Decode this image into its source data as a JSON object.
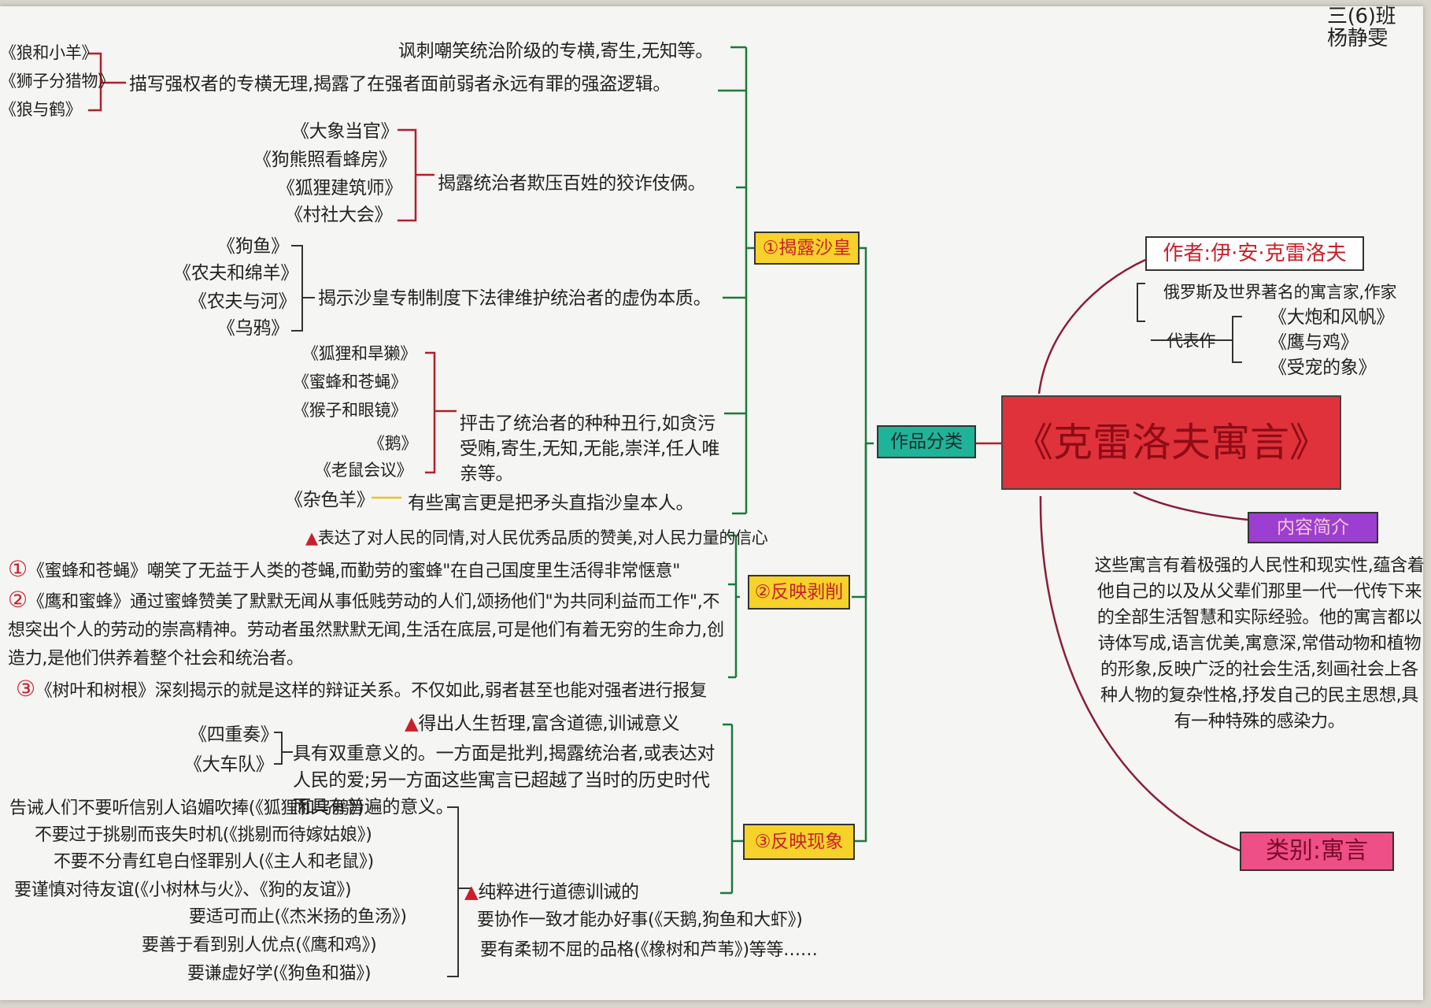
{
  "header": {
    "class_name": "三(6)班",
    "student": "杨静雯"
  },
  "central_topic": "《克雷洛夫寓言》",
  "right": {
    "author": "作者:伊·安·克雷洛夫",
    "author_desc": "俄罗斯及世界著名的寓言家,作家",
    "works_label": "代表作",
    "works": [
      "《大炮和风帆》",
      "《鹰与鸡》",
      "《受宠的象》"
    ],
    "intro_title": "内容简介",
    "intro_text": "这些寓言有着极强的人民性和现实性,蕴含着他自己的以及从父辈们那里一代一代传下来的全部生活智慧和实际经验。他的寓言都以诗体写成,语言优美,寓意深,常借动物和植物的形象,反映广泛的社会生活,刻画社会上各种人物的复杂性格,抒发自己的民主思想,具有一种特殊的感染力。",
    "category": "类别:寓言"
  },
  "classification": {
    "label": "作品分类",
    "sections": [
      {
        "title": "①揭露沙皇",
        "top_text": "讽刺嘲笑统治阶级的专横,寄生,无知等。",
        "groups": [
          {
            "works": [
              "《狼和小羊》",
              "《狮子分猎物》",
              "《狼与鹤》"
            ],
            "desc": "描写强权者的专横无理,揭露了在强者面前弱者永远有罪的强盗逻辑。"
          },
          {
            "works": [
              "《大象当官》",
              "《狗熊照看蜂房》",
              "《狐狸建筑师》",
              "《村社大会》"
            ],
            "desc": "揭露统治者欺压百姓的狡诈伎俩。"
          },
          {
            "works": [
              "《狗鱼》",
              "《农夫和绵羊》",
              "《农夫与河》",
              "《乌鸦》"
            ],
            "desc": "揭示沙皇专制制度下法律维护统治者的虚伪本质。"
          },
          {
            "works": [
              "《狐狸和旱獭》",
              "《蜜蜂和苍蝇》",
              "《猴子和眼镜》",
              "《鹅》",
              "《老鼠会议》"
            ],
            "desc": "抨击了统治者的种种丑行,如贪污受贿,寄生,无知,无能,崇洋,任人唯亲等。"
          }
        ],
        "last_work": "《杂色羊》",
        "last_desc": "有些寓言更是把矛头直指沙皇本人。"
      },
      {
        "title": "②反映剥削",
        "summary": "表达了对人民的同情,对人民优秀品质的赞美,对人民力量的信心",
        "items": [
          {
            "num": "①",
            "text": "《蜜蜂和苍蝇》嘲笑了无益于人类的苍蝇,而勤劳的蜜蜂\"在自己国度里生活得非常惬意\""
          },
          {
            "num": "②",
            "text": "《鹰和蜜蜂》通过蜜蜂赞美了默默无闻从事低贱劳动的人们,颂扬他们\"为共同利益而工作\",不想突出个人的劳动的崇高精神。劳动者虽然默默无闻,生活在底层,可是他们有着无穷的生命力,创造力,是他们供养着整个社会和统治者。"
          },
          {
            "num": "③",
            "text": "《树叶和树根》深刻揭示的就是这样的辩证关系。不仅如此,弱者甚至也能对强者进行报复"
          }
        ]
      },
      {
        "title": "③反映现象",
        "summary1": "得出人生哲理,富含道德,训诫意义",
        "works1": [
          "《四重奏》",
          "《大车队》"
        ],
        "desc1": "具有双重意义的。一方面是批判,揭露统治者,或表达对人民的爱;另一方面这些寓言已超越了当时的历史时代而具有普遍的意义。",
        "summary2": "纯粹进行道德训诫的",
        "lessons_left": [
          "告诫人们不要听信别人谄媚吹捧(《狐狸和乌鸦》)",
          "不要过于挑剔而丧失时机(《挑剔而待嫁姑娘》)",
          "不要不分青红皂白怪罪别人(《主人和老鼠》)",
          "要谨慎对待友谊(《小树林与火》、《狗的友谊》)",
          "要适可而止(《杰米扬的鱼汤》)",
          "要善于看到别人优点(《鹰和鸡》)",
          "要谦虚好学(《狗鱼和猫》)"
        ],
        "lessons_right": [
          "要协作一致才能办好事(《天鹅,狗鱼和大虾》)",
          "要有柔韧不屈的品格(《橡树和芦苇》)等等……"
        ]
      }
    ]
  },
  "colors": {
    "central_fill": "#e0323a",
    "section_fill": "#f6d22a",
    "classify_fill": "#1fb39a",
    "intro_fill": "#9c3fd0",
    "category_fill": "#ee4f86",
    "branch_green": "#1a7a3a",
    "bracket_red": "#b01f2c",
    "curve_maroon": "#8a1d3a"
  }
}
